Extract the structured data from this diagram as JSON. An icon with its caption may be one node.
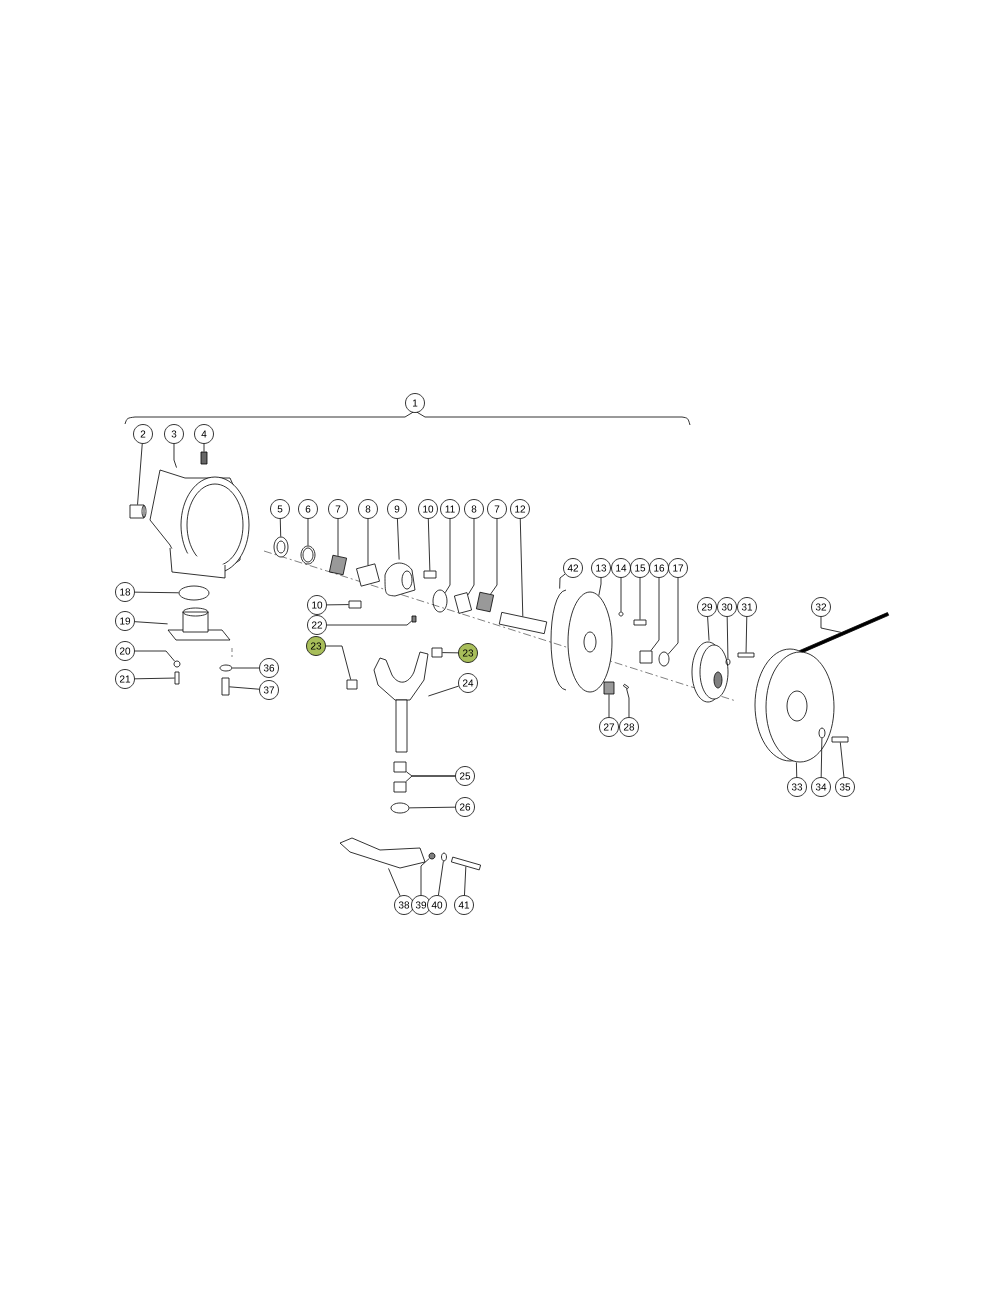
{
  "diagram": {
    "nodes": [
      {
        "text": [
          "1"
        ]
      },
      {
        "text": [
          "2"
        ]
      },
      {
        "text": [
          "3"
        ]
      },
      {
        "text": [
          "4"
        ]
      },
      {
        "text": [
          "5"
        ]
      },
      {
        "text": [
          "6"
        ]
      },
      {
        "text": [
          "7"
        ]
      },
      {
        "text": [
          "8"
        ]
      },
      {
        "text": [
          "9"
        ]
      },
      {
        "text": [
          "10"
        ]
      },
      {
        "text": [
          "11"
        ]
      },
      {
        "text": [
          "8"
        ]
      },
      {
        "text": [
          "7"
        ]
      },
      {
        "text": [
          "12"
        ]
      },
      {
        "text": [
          "42"
        ]
      },
      {
        "text": [
          "13"
        ]
      },
      {
        "text": [
          "14"
        ]
      },
      {
        "text": [
          "15"
        ]
      },
      {
        "text": [
          "16"
        ]
      },
      {
        "text": [
          "17"
        ]
      },
      {
        "text": [
          "18"
        ]
      },
      {
        "text": [
          "10"
        ]
      },
      {
        "text": [
          "22"
        ]
      },
      {
        "text": [
          "19"
        ]
      },
      {
        "text": [
          "29"
        ]
      },
      {
        "text": [
          "30"
        ]
      },
      {
        "text": [
          "31"
        ]
      },
      {
        "text": [
          "32"
        ]
      },
      {
        "text": [
          "23"
        ]
      },
      {
        "text": [
          "23"
        ]
      },
      {
        "text": [
          "20"
        ]
      },
      {
        "text": [
          "36"
        ]
      },
      {
        "text": [
          "21"
        ]
      },
      {
        "text": [
          "24"
        ]
      },
      {
        "text": [
          "37"
        ]
      },
      {
        "text": [
          "27"
        ]
      },
      {
        "text": [
          "28"
        ]
      },
      {
        "text": [
          "25"
        ]
      },
      {
        "text": [
          "26"
        ]
      },
      {
        "text": [
          "33"
        ]
      },
      {
        "text": [
          "34"
        ]
      },
      {
        "text": [
          "35"
        ]
      },
      {
        "text": [
          "38"
        ]
      },
      {
        "text": [
          "39"
        ]
      },
      {
        "text": [
          "40"
        ]
      },
      {
        "text": [
          "41"
        ]
      },
      {
        "text": [],
        "shape": "box"
      },
      {
        "text": [],
        "shape": "picture"
      },
      {
        "text": [],
        "shape": "box"
      },
      {
        "text": [],
        "shape": "circle"
      },
      {
        "text": [],
        "shape": "circle"
      },
      {
        "text": [],
        "shape": "box"
      },
      {
        "text": [],
        "shape": "box"
      },
      {
        "text": [],
        "shape": "picture"
      },
      {
        "text": [],
        "shape": "box"
      },
      {
        "text": [],
        "shape": "circle"
      },
      {
        "text": [],
        "shape": "box"
      },
      {
        "text": [],
        "shape": "box"
      },
      {
        "text": [],
        "shape": "box"
      },
      {
        "text": [],
        "shape": "picture"
      },
      {
        "text": [],
        "shape": "circle"
      },
      {
        "text": [],
        "shape": "circle"
      },
      {
        "text": [],
        "shape": "box"
      },
      {
        "text": [],
        "shape": "box"
      },
      {
        "text": [],
        "shape": "circle"
      },
      {
        "text": [],
        "shape": "circle"
      },
      {
        "text": [],
        "shape": "box"
      },
      {
        "text": [],
        "shape": "box"
      },
      {
        "text": [],
        "shape": "picture"
      },
      {
        "text": [],
        "shape": "picture"
      },
      {
        "text": [],
        "shape": "circle"
      },
      {
        "text": [],
        "shape": "box"
      },
      {
        "text": [],
        "shape": "box"
      },
      {
        "text": [],
        "shape": "box"
      },
      {
        "text": [],
        "shape": "box"
      },
      {
        "text": [],
        "shape": "circle"
      },
      {
        "text": [],
        "shape": "circle"
      },
      {
        "text": [],
        "shape": "box"
      },
      {
        "text": [],
        "shape": "picture"
      },
      {
        "text": [],
        "shape": "box"
      },
      {
        "text": [],
        "shape": "box"
      },
      {
        "text": [],
        "shape": "box"
      },
      {
        "text": [],
        "shape": "box"
      },
      {
        "text": [],
        "shape": "box"
      },
      {
        "text": [],
        "shape": "circle"
      },
      {
        "text": [],
        "shape": "picture"
      },
      {
        "text": [],
        "shape": "circle"
      },
      {
        "text": [],
        "shape": "box"
      },
      {
        "text": [],
        "shape": "picture"
      },
      {
        "text": [],
        "shape": "circle"
      },
      {
        "text": [],
        "shape": "circle"
      },
      {
        "text": [],
        "shape": "box"
      }
    ],
    "edges": [
      {
        "from": 1,
        "to": 46,
        "arrow": "none"
      },
      {
        "from": 2,
        "to": 47,
        "arrow": "none"
      },
      {
        "from": 3,
        "to": 48,
        "arrow": "none"
      },
      {
        "from": 4,
        "to": 49,
        "arrow": "none"
      },
      {
        "from": 5,
        "to": 50,
        "arrow": "none"
      },
      {
        "from": 6,
        "to": 51,
        "arrow": "none"
      },
      {
        "from": 7,
        "to": 52,
        "arrow": "none"
      },
      {
        "from": 8,
        "to": 53,
        "arrow": "none"
      },
      {
        "from": 9,
        "to": 54,
        "arrow": "none"
      },
      {
        "from": 10,
        "to": 55,
        "arrow": "none"
      },
      {
        "from": 11,
        "to": 56,
        "arrow": "none"
      },
      {
        "from": 12,
        "to": 57,
        "arrow": "none"
      },
      {
        "from": 13,
        "to": 58,
        "arrow": "none"
      },
      {
        "from": 14,
        "to": 59,
        "arrow": "none"
      },
      {
        "from": 15,
        "to": 60,
        "arrow": "none"
      },
      {
        "from": 16,
        "to": 61,
        "arrow": "none"
      },
      {
        "from": 17,
        "to": 62,
        "arrow": "none"
      },
      {
        "from": 18,
        "to": 63,
        "arrow": "none"
      },
      {
        "from": 19,
        "to": 64,
        "arrow": "none"
      },
      {
        "from": 20,
        "to": 65,
        "arrow": "none"
      },
      {
        "from": 21,
        "to": 66,
        "arrow": "none"
      },
      {
        "from": 22,
        "to": 67,
        "arrow": "none"
      },
      {
        "from": 23,
        "to": 68,
        "arrow": "none"
      },
      {
        "from": 24,
        "to": 69,
        "arrow": "none"
      },
      {
        "from": 25,
        "to": 70,
        "arrow": "none"
      },
      {
        "from": 26,
        "to": 71,
        "arrow": "none"
      },
      {
        "from": 27,
        "to": 72,
        "arrow": "none"
      },
      {
        "from": 28,
        "to": 73,
        "arrow": "none"
      },
      {
        "from": 29,
        "to": 74,
        "arrow": "none"
      },
      {
        "from": 30,
        "to": 75,
        "arrow": "none"
      },
      {
        "from": 31,
        "to": 76,
        "arrow": "none"
      },
      {
        "from": 32,
        "to": 77,
        "arrow": "none"
      },
      {
        "from": 33,
        "to": 78,
        "arrow": "none"
      },
      {
        "from": 34,
        "to": 79,
        "arrow": "none"
      },
      {
        "from": 35,
        "to": 80,
        "arrow": "none"
      },
      {
        "from": 36,
        "to": 81,
        "arrow": "none"
      },
      {
        "from": 37,
        "to": 82,
        "arrow": "none"
      },
      {
        "from": 37,
        "to": 83,
        "arrow": "none"
      },
      {
        "from": 38,
        "to": 84,
        "arrow": "none"
      },
      {
        "from": 39,
        "to": 85,
        "arrow": "none"
      },
      {
        "from": 40,
        "to": 86,
        "arrow": "none"
      },
      {
        "from": 41,
        "to": 87,
        "arrow": "none"
      },
      {
        "from": 42,
        "to": 88,
        "arrow": "none"
      },
      {
        "from": 43,
        "to": 89,
        "arrow": "none"
      },
      {
        "from": 44,
        "to": 90,
        "arrow": "none"
      },
      {
        "from": 45,
        "to": 91,
        "arrow": "none"
      }
    ]
  }
}
